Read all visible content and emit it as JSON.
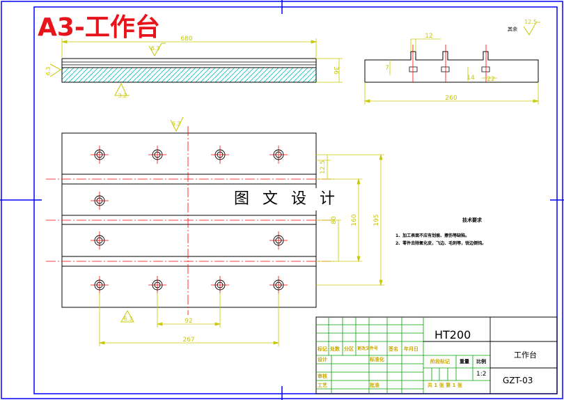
{
  "title": "A3-工作台",
  "watermark": "图 文 设 计",
  "top_view_dims": {
    "length": "680",
    "roughness_top": "6.3",
    "roughness_left": "6.3",
    "roughness_bottom": "3.2",
    "thickness": "36"
  },
  "side_view_dims": {
    "slot_width": "12",
    "slot_depth": "7",
    "slot_dim": "14",
    "slot_width2": "22",
    "width": "260"
  },
  "plan_view_dims": {
    "roughness_top": "6.3",
    "roughness_bottom": "6.3",
    "spacing1": "12.5",
    "spacing2": "80",
    "spacing3": "160",
    "spacing4": "195",
    "hole_pitch": "92",
    "hole_span": "267"
  },
  "corner_note": {
    "label": "其余",
    "roughness": "12.5"
  },
  "tech_requirements": {
    "heading": "技术要求",
    "items": [
      "1、加工表面不应有划痕、擦伤等缺陷。",
      "2、零件去除氧化皮，飞边、毛刺等，锐边倒钝。"
    ]
  },
  "title_block": {
    "material": "HT200",
    "part_name": "工作台",
    "drawing_code": "GZT-03",
    "scale_label": "比例",
    "scale": "1:2",
    "weight_label": "重量",
    "stage_label": "阶段标记",
    "row_labels": [
      "标记",
      "处数",
      "分区",
      "更改文件号",
      "签名",
      "年月日"
    ],
    "design": "设计",
    "standard": "标准化",
    "review": "审核",
    "process": "工艺",
    "approve": "批准",
    "sheets": "共 1 张  第 1 张"
  },
  "colors": {
    "frame": "#0000ff",
    "dimension": "#c8c800",
    "centerline": "#ff0000",
    "outline": "#000000",
    "hatch": "#00c0c0",
    "title_block": "#00a000"
  }
}
